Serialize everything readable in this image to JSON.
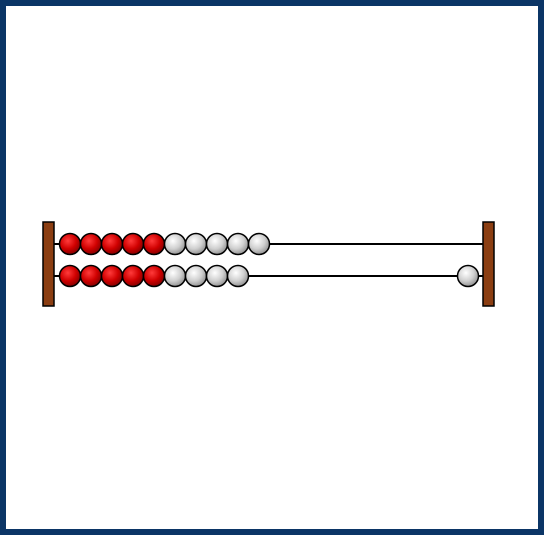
{
  "frame_color": "#0b3566",
  "abacus": {
    "post_color": "#8b3e12",
    "wire_color": "#000000",
    "bead_colors": {
      "red": "#c80000",
      "gray": "#c8c8c8"
    },
    "rows": [
      {
        "groups_left": [
          {
            "color": "red",
            "count": 5
          },
          {
            "color": "gray",
            "count": 5
          }
        ],
        "right_count": 0
      },
      {
        "groups_left": [
          {
            "color": "red",
            "count": 5
          },
          {
            "color": "gray",
            "count": 4
          }
        ],
        "right_count": 1
      }
    ]
  }
}
